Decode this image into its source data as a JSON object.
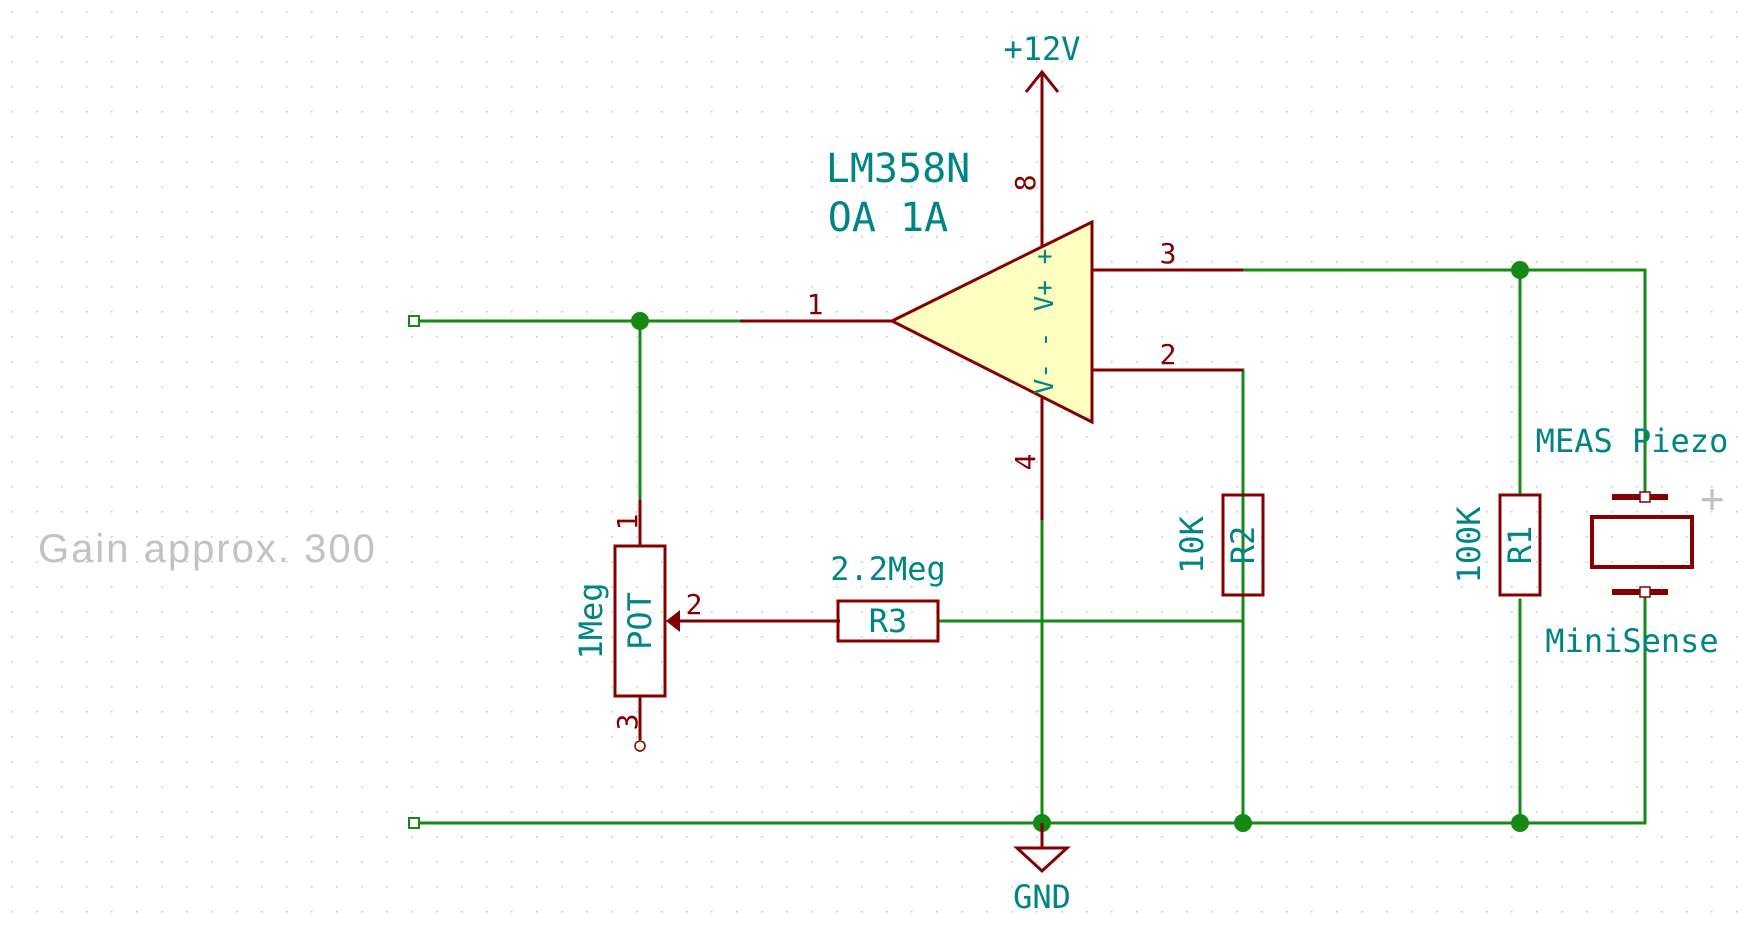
{
  "note": {
    "text": "Gain approx. 300"
  },
  "power": {
    "label": "+12V"
  },
  "ground": {
    "label": "GND"
  },
  "opamp": {
    "part": "LM358N",
    "ref": "OA 1A",
    "pin_out": "1",
    "pin_noninv": "3",
    "pin_inv": "2",
    "pin_vplus": "8",
    "pin_vminus": "4",
    "in_plus_label": "V+ +",
    "in_minus_label": "V- -"
  },
  "pot": {
    "ref": "POT",
    "value": "1Meg",
    "pin1": "1",
    "pin2": "2",
    "pin3": "3"
  },
  "r1": {
    "ref": "R1",
    "value": "100K"
  },
  "r2": {
    "ref": "R2",
    "value": "10K"
  },
  "r3": {
    "ref": "R3",
    "value": "2.2Meg"
  },
  "piezo": {
    "name": "MEAS Piezo",
    "model": "MiniSense",
    "plus": "+"
  },
  "colors": {
    "wire": "#148a14",
    "component": "#840000",
    "text": "#008484",
    "opamp_fill": "#ffffc2",
    "note": "#c2c2c2",
    "grid": "#c0c0c0"
  }
}
